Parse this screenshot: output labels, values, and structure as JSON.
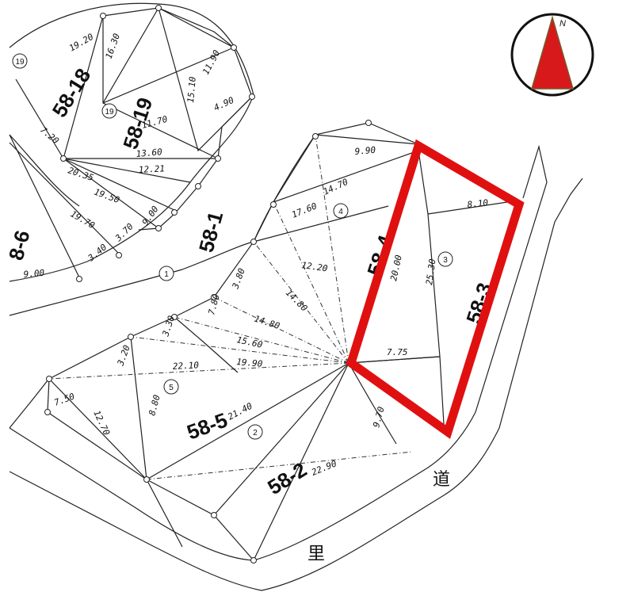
{
  "parcels": {
    "p58_18": "58-18",
    "p58_19": "58-19",
    "p58_1": "58-1",
    "p58_6": "8-6",
    "p58_4": "58-4",
    "p58_3": "58-3",
    "p58_5": "58-5",
    "p58_2": "58-2"
  },
  "circled_numbers": {
    "c19a": "19",
    "c19b": "19",
    "c1": "1",
    "c4": "4",
    "c3": "3",
    "c5": "5",
    "c2": "2"
  },
  "measurements": {
    "m1": "19.20",
    "m2": "16.30",
    "m3": "11.90",
    "m4": "4.90",
    "m5": "15.10",
    "m6": "11.70",
    "m7": "13.60",
    "m8": "12.21",
    "m9": "20.35",
    "m10": "19.50",
    "m11": "19.70",
    "m12": "9.00",
    "m13": "3.40",
    "m14": "3.70",
    "m15": "9.00",
    "m16": "7.20",
    "m17": "9.90",
    "m18": "14.70",
    "m19": "17.60",
    "m20": "12.20",
    "m21": "14.80",
    "m22": "14.80",
    "m23": "15.60",
    "m24": "19.90",
    "m25": "22.10",
    "m26": "21.40",
    "m27": "22.90",
    "m28": "7.75",
    "m29": "20.00",
    "m30": "25.30",
    "m31": "8.10",
    "m32": "9.70",
    "m33": "12.70",
    "m34": "8.80",
    "m35": "7.50",
    "m36": "3.20",
    "m37": "3.30",
    "m38": "7.80",
    "m39": "3.80"
  },
  "road_label": [
    "道",
    "里"
  ],
  "compass": {
    "label": "N",
    "color": "#d7191c"
  },
  "highlight_color": "#e01010"
}
